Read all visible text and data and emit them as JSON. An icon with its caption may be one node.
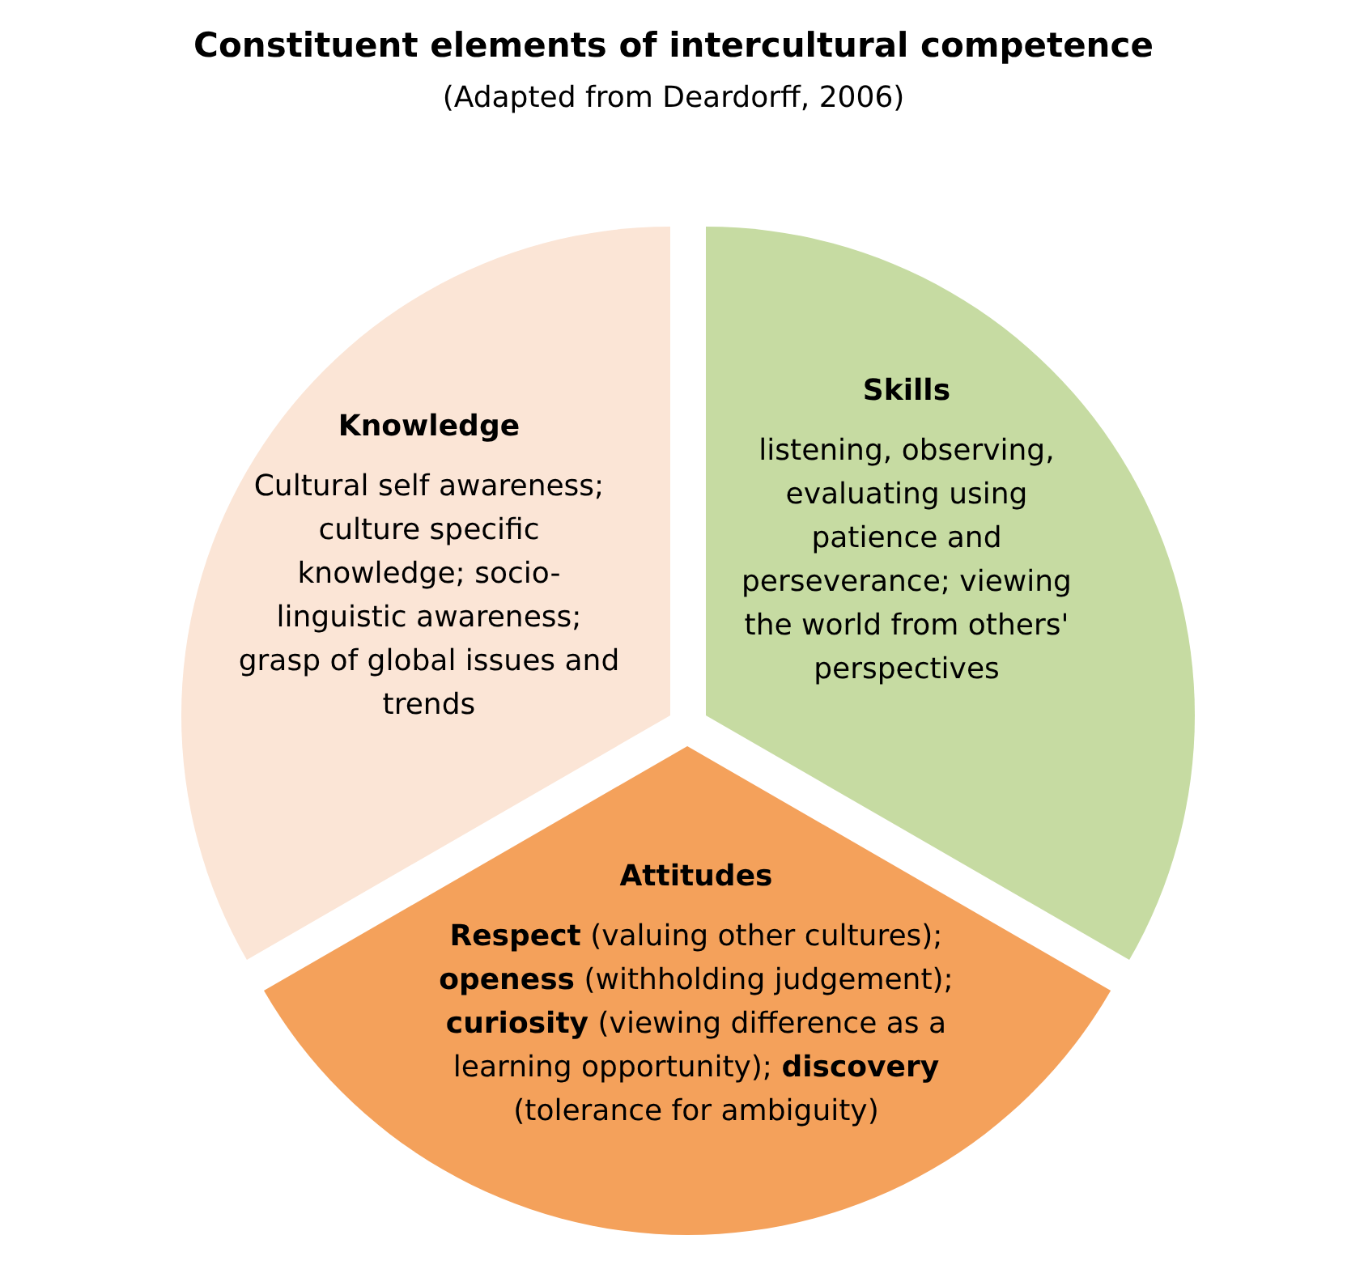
{
  "diagram": {
    "title": "Constituent elements of intercultural competence",
    "caption": "(Adapted from Deardorff, 2006)",
    "nodes": [
      {
        "text": [
          "Knowledge",
          "Cultural self awareness; culture specific knowledge; socio-linguistic awareness; grasp of global issues and trends"
        ]
      },
      {
        "text": [
          "Skills",
          "listening, observing, evaluating using patience and perseverance; viewing the world from others' perspectives"
        ]
      },
      {
        "text": [
          "Attitudes",
          "**Respect** (valuing other cultures); **openess** (withholding judgement); **curiosity** (viewing difference as a learning opportunity); **discovery** (tolerance for ambiguity)"
        ]
      }
    ],
    "edges": []
  }
}
